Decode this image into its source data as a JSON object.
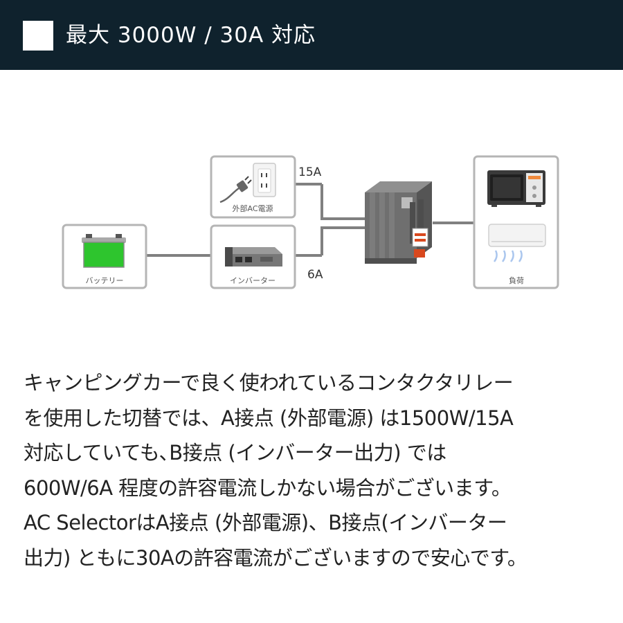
{
  "header": {
    "title": "最大 3000W / 30A 対応",
    "background": "#0f222d"
  },
  "diagram": {
    "nodes": {
      "battery": "バッテリー",
      "external_power": "外部AC電源",
      "inverter": "インバーター",
      "load": "負荷"
    },
    "currents": {
      "line_a": "15A",
      "line_b": "6A"
    },
    "icons": [
      "battery-icon",
      "power-outlet-icon",
      "plug-icon",
      "inverter-icon",
      "contactor-relay-icon",
      "microwave-icon",
      "air-conditioner-icon"
    ],
    "colors": {
      "box_border": "#b5b5b5",
      "wire": "#808080",
      "battery_fill": "#2ec52e"
    }
  },
  "description": {
    "lines": [
      "キャンピングカーで良く使われているコンタクタリレー",
      "を使用した切替では、A接点 (外部電源) は1500W/15A",
      "対応していても､B接点 (インバーター出力) では",
      "600W/6A 程度の許容電流しかない場合がございます。",
      "AC SelectorはA接点 (外部電源)、B接点(インバーター",
      "出力) ともに30Aの許容電流がございますので安心です。"
    ]
  }
}
